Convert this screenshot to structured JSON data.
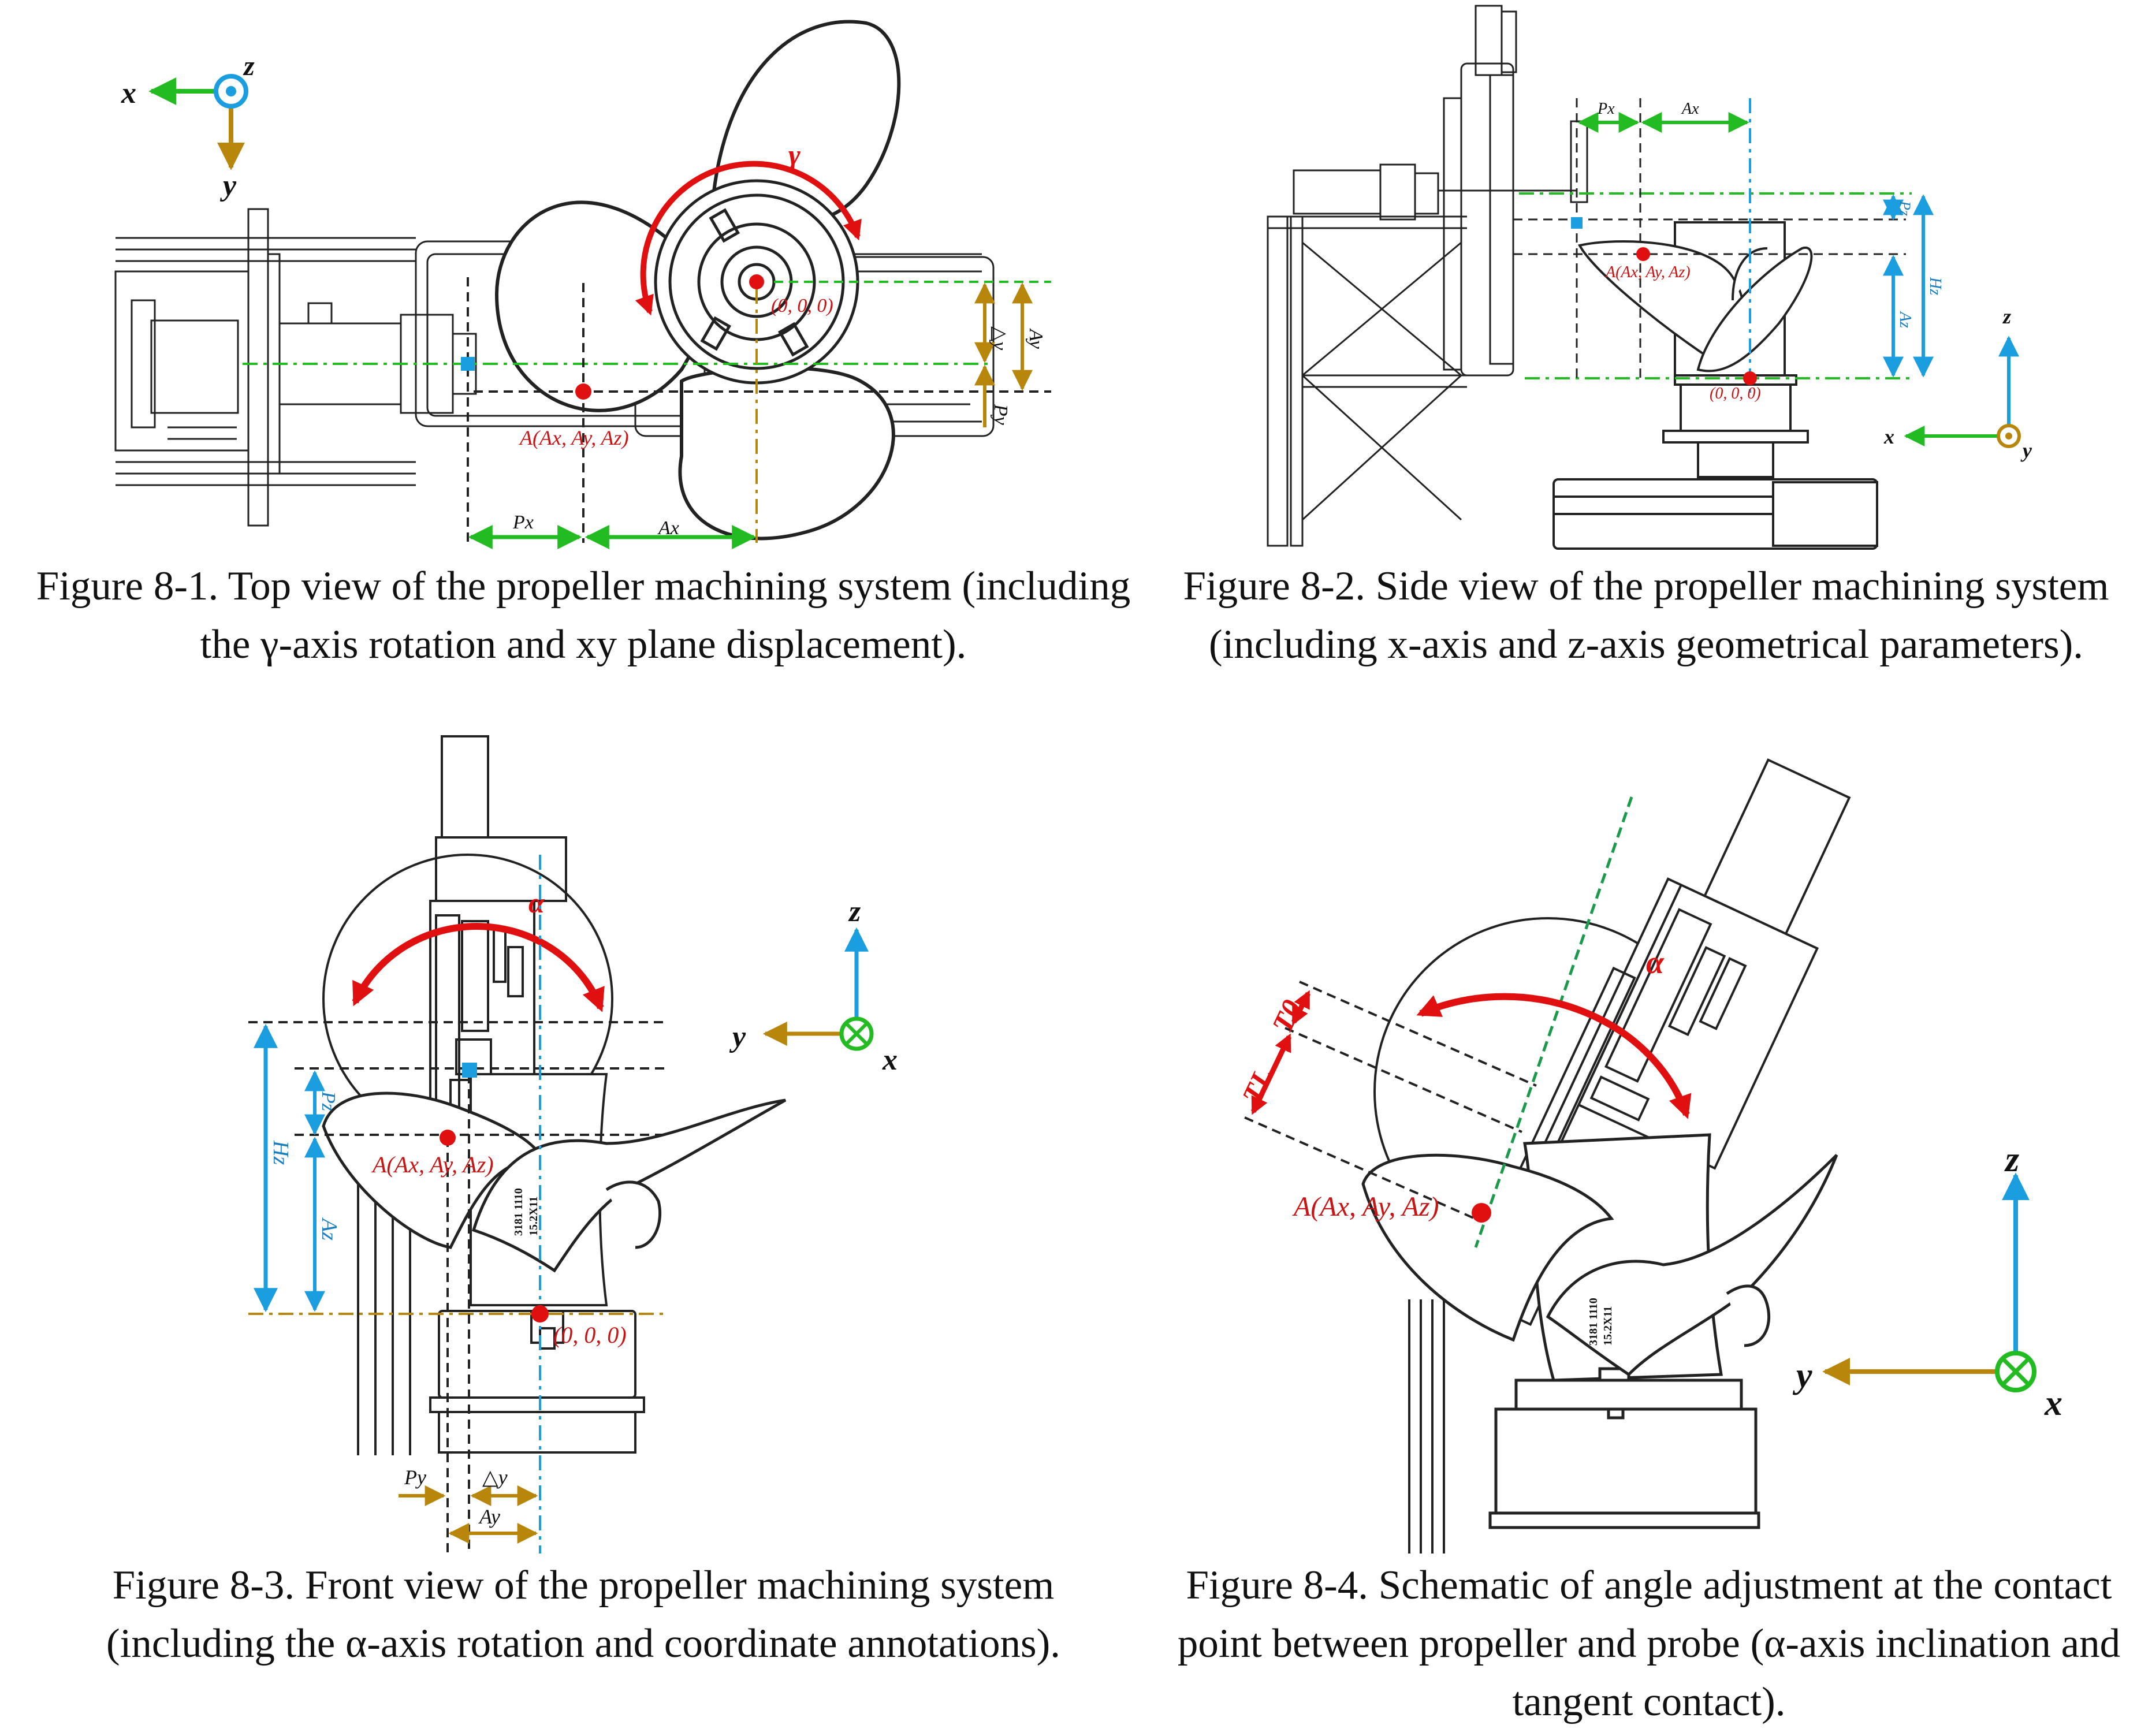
{
  "colors": {
    "red": "#e01010",
    "green": "#22bb22",
    "green_dash": "#1a9a4a",
    "blue": "#1a9ee0",
    "gold": "#b8860b",
    "line": "#222222"
  },
  "fig1": {
    "caption": "Figure 8-1. Top view of the propeller machining system (including the γ-axis rotation and xy plane displacement).",
    "axis_x": "x",
    "axis_y": "y",
    "axis_z": "z",
    "gamma": "γ",
    "origin": "(0, 0, 0)",
    "point_a": "A(Ax, Ay, Az)",
    "px": "Px",
    "ax": "Ax",
    "delta_y": "△y",
    "ay": "Ay",
    "py": "Py"
  },
  "fig2": {
    "caption": "Figure 8-2. Side view of the propeller machining system (including x-axis and z-axis geometrical parameters).",
    "px": "Px",
    "ax": "Ax",
    "pz": "Pz",
    "hz": "Hz",
    "az": "Az",
    "point_a": "A(Ax, Ay, Az)",
    "origin": "(0, 0, 0)",
    "axis_z": "z",
    "axis_x": "x",
    "axis_y": "y"
  },
  "fig3": {
    "caption": "Figure 8-3. Front view of the propeller machining system (including the α-axis rotation and coordinate annotations).",
    "alpha": "α",
    "axis_z": "z",
    "axis_y": "y",
    "axis_x": "x",
    "pz": "Pz",
    "hz": "Hz",
    "az": "Az",
    "point_a": "A(Ax, Ay, Az)",
    "origin": "(0, 0, 0)",
    "py": "Py",
    "delta_y": "△y",
    "ay": "Ay",
    "hub_mark_1": "3181 1110",
    "hub_mark_2": "15.2X11"
  },
  "fig4": {
    "caption": "Figure 8-4. Schematic of angle adjustment at the contact point between propeller and probe (α-axis inclination and tangent contact).",
    "alpha": "α",
    "t0": "T0",
    "tl": "TL",
    "point_a": "A(Ax, Ay, Az)",
    "axis_z": "z",
    "axis_y": "y",
    "axis_x": "x",
    "hub_mark_1": "3181 1110",
    "hub_mark_2": "15.2X11"
  }
}
